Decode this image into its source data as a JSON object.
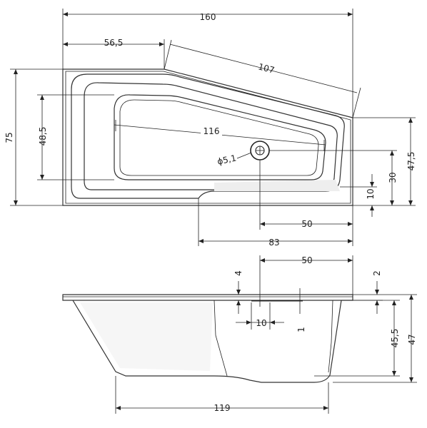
{
  "top_view": {
    "total_length": "160",
    "short_side_length": "56,5",
    "angled_edge_length": "107",
    "inner_length": "116",
    "total_width": "75",
    "inner_width": "48,5",
    "drain_diameter": "ϕ5,1",
    "right_end_width": "47,5",
    "drain_offset_from_edge": "30",
    "ledge_offset": "10",
    "drain_to_right_end": "50",
    "straight_section_length": "83"
  },
  "side_view": {
    "drain_to_right_end": "50",
    "rim_step_left": "4",
    "rim_step_right": "2",
    "overflow_width": "10",
    "overflow_height": "1",
    "inner_depth": "45,5",
    "total_height": "47",
    "bottom_length": "119"
  }
}
